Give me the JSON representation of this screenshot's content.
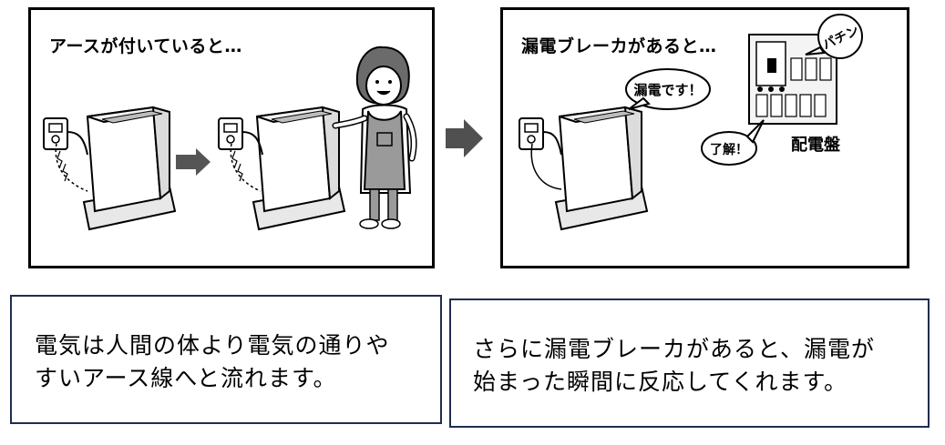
{
  "panels": {
    "left": {
      "title": "アースが付いていると…"
    },
    "right": {
      "title": "漏電ブレーカがあると…",
      "bubble_leak": "漏電です！",
      "bubble_ok": "了解！",
      "bubble_sound": "パチン",
      "breaker_label": "配電盤"
    }
  },
  "captions": {
    "left": {
      "line1": "電気は人間の体より電気の通りや",
      "line2": "すいアース線へと流れます。"
    },
    "right": {
      "line1": "さらに漏電ブレーカがあると、漏電が",
      "line2": "始まった瞬間に反応してくれます。"
    }
  },
  "colors": {
    "caption_border": "#1f2d4f",
    "arrow": "#555555",
    "breaker_arrow": "#505050"
  }
}
